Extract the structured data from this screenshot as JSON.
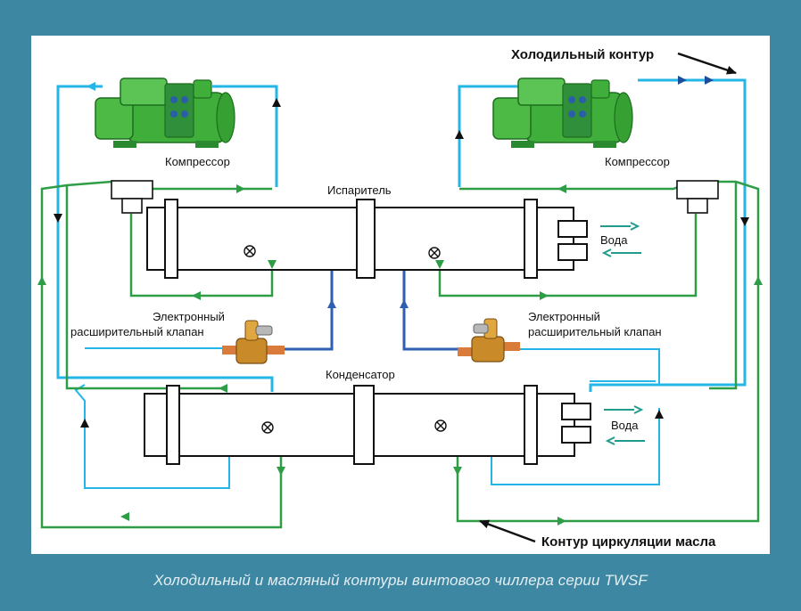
{
  "labels": {
    "refrigerant_circuit": "Холодильный контур",
    "oil_circuit": "Контур циркуляции масла",
    "compressor_left": "Компрессор",
    "compressor_right": "Компрессор",
    "evaporator": "Испаритель",
    "condenser": "Конденсатор",
    "valve_left_line1": "Электронный",
    "valve_left_line2": "расширительный клапан",
    "valve_right_line1": "Электронный",
    "valve_right_line2": "расширительный клапан",
    "water_top": "Вода",
    "water_bottom": "Вода"
  },
  "caption": "Холодильный и масляный контуры винтового чиллера серии TWSF",
  "colors": {
    "frame": "#3e87a2",
    "refrigerant_line": "#23b6e6",
    "oil_line": "#2e9e46",
    "liquid_line": "#2f5fb0",
    "compressor": "#3fae3a",
    "valve": "#c98a2a",
    "water_arrow": "#1f9c8c"
  },
  "icons": [
    "compressor-icon",
    "expansion-valve-icon",
    "sight-glass-icon",
    "arrow-icon"
  ]
}
